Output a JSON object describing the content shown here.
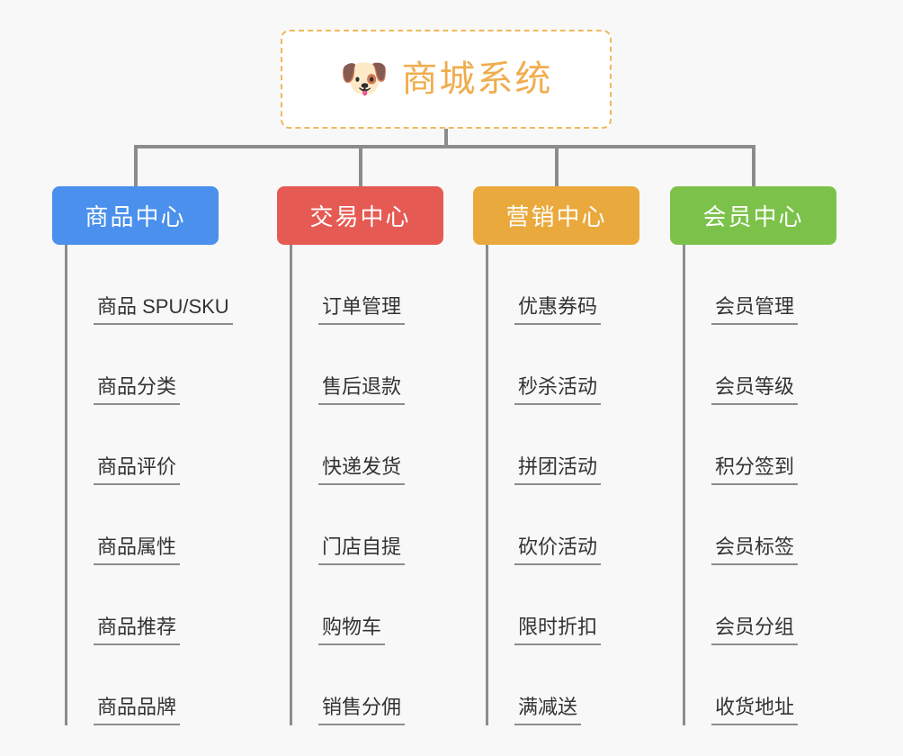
{
  "page": {
    "background_color": "#f8f8f8",
    "type": "mindmap",
    "title": "商城系统"
  },
  "root": {
    "label": "商城系统",
    "icon": "dog-face-emoji",
    "emoji": "🐶",
    "text_color": "#f0ad4e",
    "border_color": "#efb95c",
    "background_color": "#ffffff"
  },
  "connector": {
    "color": "#8c8c8c"
  },
  "branches": [
    {
      "id": "products",
      "label": "商品中心",
      "color": "#4a90ec",
      "items": [
        {
          "label": "商品 SPU/SKU"
        },
        {
          "label": "商品分类"
        },
        {
          "label": "商品评价"
        },
        {
          "label": "商品属性"
        },
        {
          "label": "商品推荐"
        },
        {
          "label": "商品品牌"
        }
      ]
    },
    {
      "id": "trade",
      "label": "交易中心",
      "color": "#e55b54",
      "items": [
        {
          "label": "订单管理"
        },
        {
          "label": "售后退款"
        },
        {
          "label": "快递发货"
        },
        {
          "label": "门店自提"
        },
        {
          "label": "购物车"
        },
        {
          "label": "销售分佣"
        }
      ]
    },
    {
      "id": "marketing",
      "label": "营销中心",
      "color": "#eaa93c",
      "items": [
        {
          "label": "优惠券码"
        },
        {
          "label": "秒杀活动"
        },
        {
          "label": "拼团活动"
        },
        {
          "label": "砍价活动"
        },
        {
          "label": "限时折扣"
        },
        {
          "label": "满减送"
        }
      ]
    },
    {
      "id": "member",
      "label": "会员中心",
      "color": "#7cc24a",
      "items": [
        {
          "label": "会员管理"
        },
        {
          "label": "会员等级"
        },
        {
          "label": "积分签到"
        },
        {
          "label": "会员标签"
        },
        {
          "label": "会员分组"
        },
        {
          "label": "收货地址"
        }
      ]
    }
  ]
}
